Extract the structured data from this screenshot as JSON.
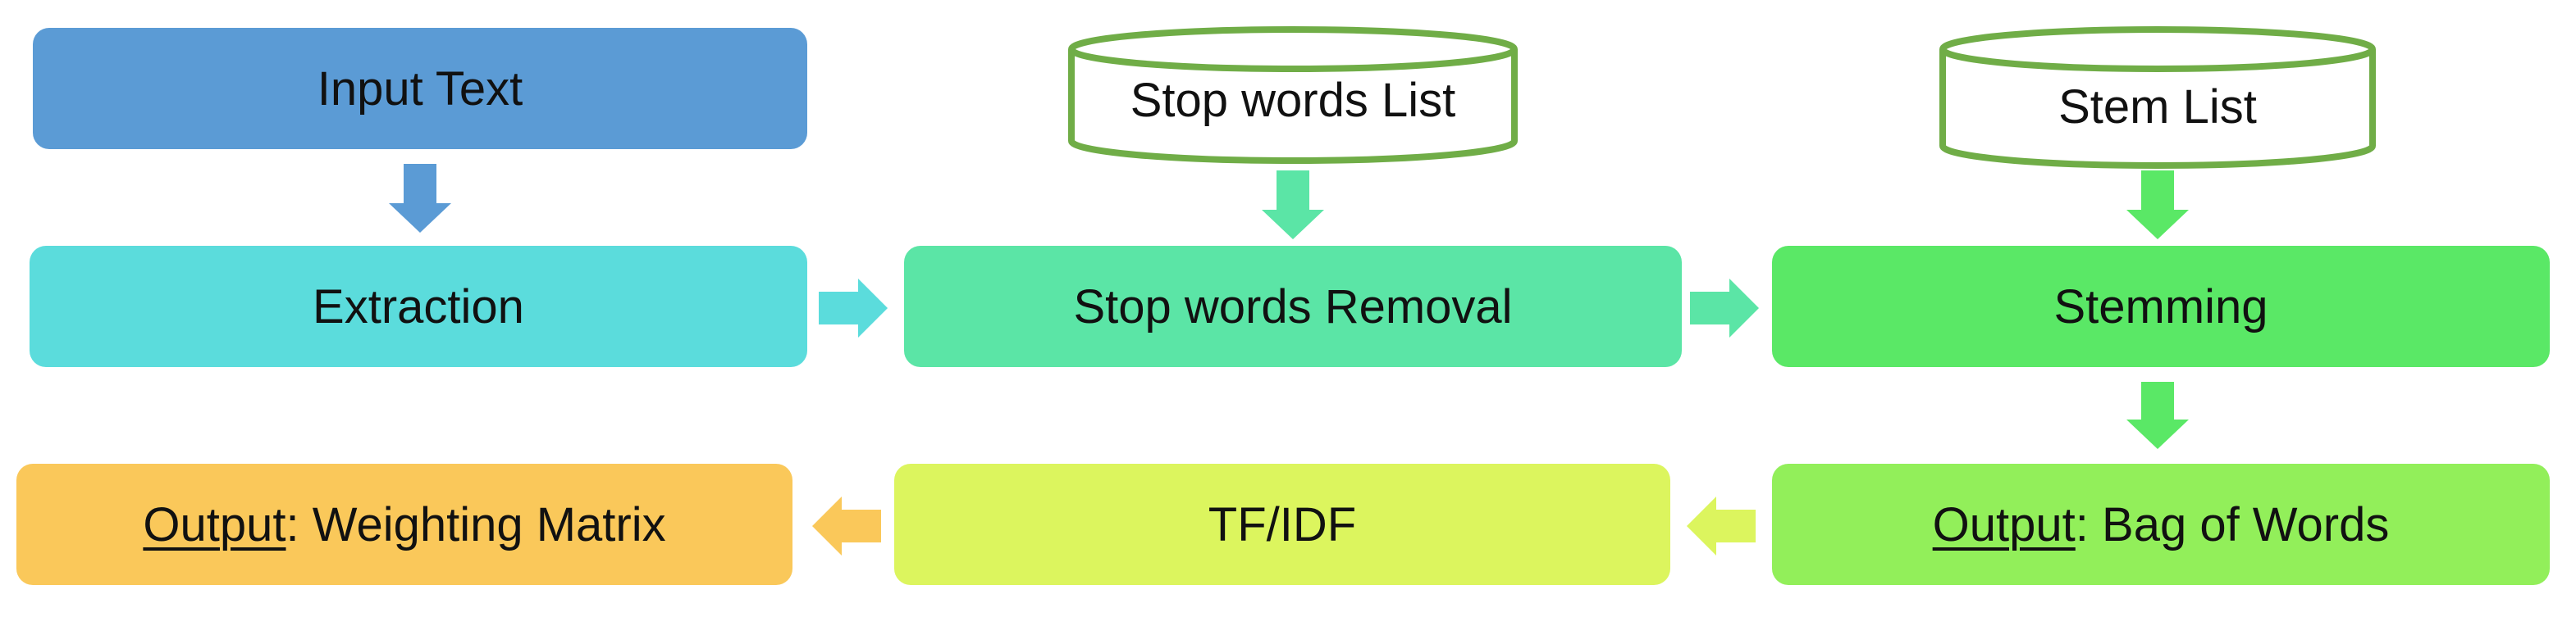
{
  "colors": {
    "input": "#5b9bd5",
    "extraction": "#5bdcdc",
    "stopwords_removal": "#5be5a6",
    "stemming": "#5ae866",
    "bag_of_words": "#92ef5a",
    "tfidf": "#dcf55e",
    "weighting": "#fac85a",
    "cylinder_stroke": "#70ad47"
  },
  "nodes": {
    "input_text": "Input Text",
    "stopwords_list": "Stop words List",
    "stem_list": "Stem List",
    "extraction": "Extraction",
    "stopwords_removal": "Stop words Removal",
    "stemming": "Stemming",
    "bag_of_words": {
      "prefix": "Output",
      "rest": ": Bag of Words"
    },
    "tfidf": "TF/IDF",
    "weighting_matrix": {
      "prefix": "Output",
      "rest": ": Weighting Matrix"
    }
  },
  "icons": {
    "arrows": [
      "arrow-down-icon",
      "arrow-right-icon",
      "arrow-left-icon"
    ],
    "storage": "database-icon"
  }
}
